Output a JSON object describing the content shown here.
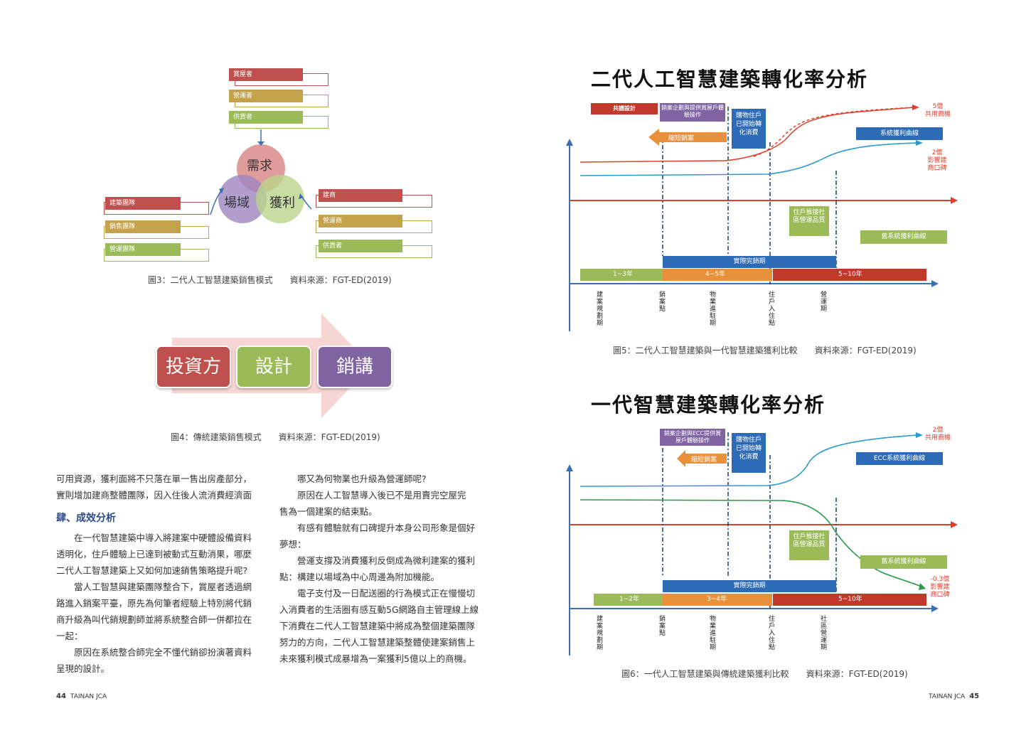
{
  "fig3": {
    "top_boxes": [
      "賞屋者",
      "營運者",
      "供貨者"
    ],
    "left_boxes": [
      "建築團隊",
      "銷售團隊",
      "營運團隊"
    ],
    "right_boxes": [
      "建商",
      "營運商",
      "供貨者"
    ],
    "circles": {
      "top": "需求",
      "left": "場域",
      "right": "獲利"
    },
    "caption": "圖3：二代人工智慧建築銷售模式　　資料來源：FGT-ED(2019)",
    "colors": {
      "red": "#c0504d",
      "gold": "#c4a14b",
      "green": "#9bbb59"
    }
  },
  "fig4": {
    "boxes": [
      "投資方",
      "設計",
      "銷講"
    ],
    "caption": "圖4：傳統建築銷售模式　　資料來源：FGT-ED(2019)"
  },
  "left_text": {
    "col1": [
      "可用資源，獲利面將不只落在單一售出房產部分，",
      "實則增加建商整體團隊，因入住後人流消費經濟面"
    ],
    "section_title": "肆、成效分析",
    "col1b": [
      "在一代智慧建築中導入將建案中硬體設備資料",
      "透明化，住戶體驗上已達到被動式互動消果，哪麼",
      "二代人工智慧建築上又如何加速銷售策略提升呢?",
      "當人工智慧與建築團隊整合下，賞屋者透過網",
      "路進入銷案平臺，原先為何筆者經驗上特別將代銷",
      "商升級為叫代銷規劃師並將系統整合師一併都拉在",
      "一起：",
      "原因在系統整合師完全不懂代銷卻扮演著資料",
      "呈現的設計。"
    ],
    "col2": [
      "哪又為何物業也升級為營運師呢?",
      "原因在人工智慧導入後已不是用賣完空屋完",
      "售為一個建案的結束點。",
      "有感有體驗就有口碑提升本身公司形象是個好",
      "夢想：",
      "營運支撐及消費獲利反倒成為微利建案的獲利",
      "點：構建以場域為中心周邊為附加機能。",
      "電子支付及一日配送圈的行為模式正在慢慢切",
      "入消費者的生活圈有感互動5G網路自主管理線上線",
      "下消費在二代人工智慧建築中將成為整個建築團隊",
      "努力的方向，二代人工智慧建築整體使建案銷售上",
      "未來獲利模式成暴增為一案獲利5億以上的商機。"
    ]
  },
  "footer_left": {
    "page": "44",
    "mag": "TAINAN JCA"
  },
  "footer_right": {
    "page": "45",
    "mag": "TAINAN JCA"
  },
  "fig5": {
    "title": "二代人工智慧建築轉化率分析",
    "b_gongchou": "共譜設計",
    "b_xiaoan": "銷案企劃與提供賞屋戶體驗操作",
    "b_suoduan": "縮短銷案",
    "b_gouwu": "購物住戶已開始轉化消費",
    "b_xitong": "系統獲利曲線",
    "b_zhuhu": "住戶推接社區營運品質",
    "b_jiuxitong": "舊系統獲利曲線",
    "b_shiji": "實際完銷期",
    "seg1": "1~3年",
    "seg2": "4~5年",
    "seg3": "5~10年",
    "ann_top": "5億\n共用商機",
    "ann_mid": "2億\n影響建\n商口碑",
    "xlabels": [
      "建案規劃期",
      "銷案點",
      "物業進駐期",
      "住戶入住點",
      "營運期"
    ],
    "caption": "圖5：二代人工智慧建築與一代智慧建築獲利比較　　資料來源：FGT-ED(2019)"
  },
  "fig6": {
    "title": "一代智慧建築轉化率分析",
    "b_xiaoan": "銷案企劃與ECC提供賞屋戶體驗操作",
    "b_suoduan": "縮短銷案",
    "b_gouwu": "購物住戶已開始轉化消費",
    "b_ecc": "ECC系統獲利曲線",
    "b_zhuhu": "住戶推接社區營運品質",
    "b_jiuxitong": "舊系統獲利曲線",
    "b_shiji": "實際完銷期",
    "seg1": "1~2年",
    "seg2": "3~4年",
    "seg3": "5~10年",
    "ann_top": "2億\n共用商機",
    "ann_bot": "-0.3億\n影響建\n商口碑",
    "xlabels": [
      "建案規劃期",
      "銷案點",
      "物業進駐期",
      "住戶入住點",
      "社區營運期"
    ],
    "caption": "圖6：一代人工智慧建築與傳統建築獲利比較　　資料來源：FGT-ED(2019)"
  }
}
